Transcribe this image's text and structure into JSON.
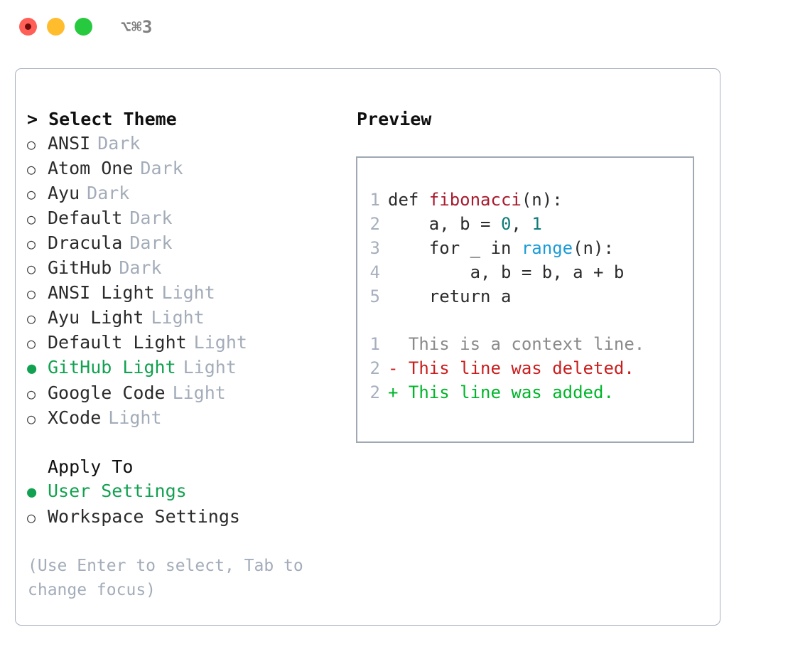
{
  "window": {
    "traffic_lights": [
      "close",
      "minimize",
      "maximize"
    ],
    "shortcut": "⌥⌘3",
    "colors": {
      "close": "#FF5F56",
      "minimize": "#FFBD2E",
      "maximize": "#27C93F",
      "panel_border": "#A8B0BD",
      "preview_border": "#A0A8B4",
      "accent_green": "#12A150",
      "muted": "#A3ACB9"
    }
  },
  "theme_list": {
    "heading": "> Select Theme",
    "items": [
      {
        "bullet": "○",
        "label": "ANSI",
        "variant": "Dark",
        "selected": false
      },
      {
        "bullet": "○",
        "label": "Atom One",
        "variant": "Dark",
        "selected": false
      },
      {
        "bullet": "○",
        "label": "Ayu",
        "variant": "Dark",
        "selected": false
      },
      {
        "bullet": "○",
        "label": "Default",
        "variant": "Dark",
        "selected": false
      },
      {
        "bullet": "○",
        "label": "Dracula",
        "variant": "Dark",
        "selected": false
      },
      {
        "bullet": "○",
        "label": "GitHub",
        "variant": "Dark",
        "selected": false
      },
      {
        "bullet": "○",
        "label": "ANSI Light",
        "variant": "Light",
        "selected": false
      },
      {
        "bullet": "○",
        "label": "Ayu Light",
        "variant": "Light",
        "selected": false
      },
      {
        "bullet": "○",
        "label": "Default Light",
        "variant": "Light",
        "selected": false
      },
      {
        "bullet": "●",
        "label": "GitHub Light",
        "variant": "Light",
        "selected": true
      },
      {
        "bullet": "○",
        "label": "Google Code",
        "variant": "Light",
        "selected": false
      },
      {
        "bullet": "○",
        "label": "XCode",
        "variant": "Light",
        "selected": false
      }
    ]
  },
  "apply_to": {
    "heading": "Apply To",
    "items": [
      {
        "bullet": "●",
        "label": "User Settings",
        "selected": true
      },
      {
        "bullet": "○",
        "label": "Workspace Settings",
        "selected": false
      }
    ]
  },
  "hint": "(Use Enter to select, Tab to change focus)",
  "preview": {
    "title": "Preview",
    "code_lines": [
      {
        "no": "1",
        "tokens": [
          {
            "t": "def ",
            "c": "plain"
          },
          {
            "t": "fibonacci",
            "c": "fn"
          },
          {
            "t": "(n):",
            "c": "plain"
          }
        ]
      },
      {
        "no": "2",
        "tokens": [
          {
            "t": "    a, b = ",
            "c": "plain"
          },
          {
            "t": "0",
            "c": "num"
          },
          {
            "t": ", ",
            "c": "plain"
          },
          {
            "t": "1",
            "c": "num"
          }
        ]
      },
      {
        "no": "3",
        "tokens": [
          {
            "t": "    for _ in ",
            "c": "plain"
          },
          {
            "t": "range",
            "c": "call"
          },
          {
            "t": "(n):",
            "c": "plain"
          }
        ]
      },
      {
        "no": "4",
        "tokens": [
          {
            "t": "        a, b = b, a + b",
            "c": "plain"
          }
        ]
      },
      {
        "no": "5",
        "tokens": [
          {
            "t": "    return a",
            "c": "plain"
          }
        ]
      }
    ],
    "diff_lines": [
      {
        "no": "1",
        "marker": "  ",
        "text": "This is a context line.",
        "kind": "ctx"
      },
      {
        "no": "2",
        "marker": "- ",
        "text": "This line was deleted.",
        "kind": "del"
      },
      {
        "no": "2",
        "marker": "+ ",
        "text": "This line was added.",
        "kind": "add"
      }
    ]
  }
}
